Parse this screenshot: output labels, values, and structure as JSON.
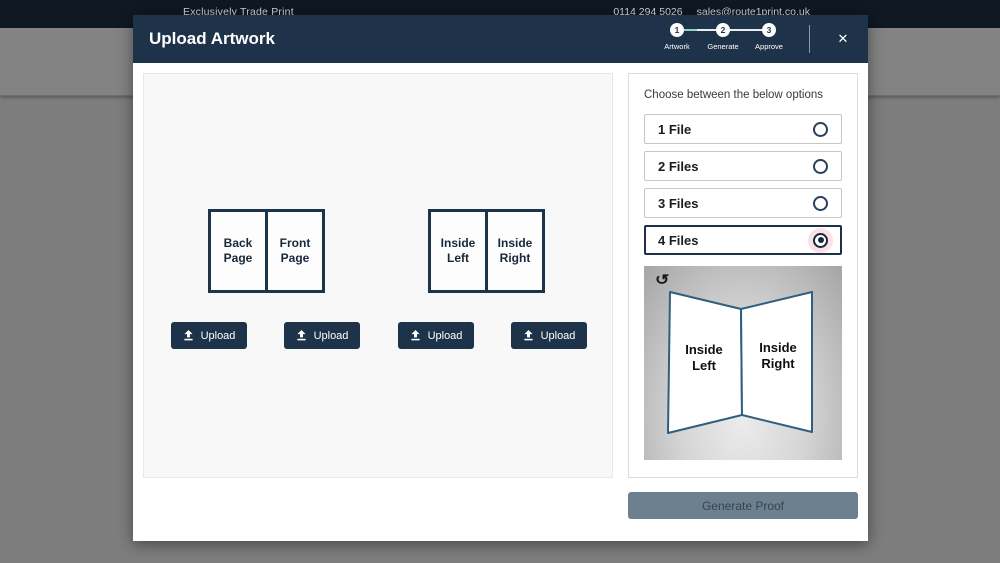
{
  "topbar": {
    "brand": "Exclusively Trade Print",
    "phone": "0114 294 5026",
    "email": "sales@route1print.co.uk"
  },
  "modal": {
    "title": "Upload Artwork",
    "close": "✕",
    "steps": [
      {
        "num": "1",
        "label": "Artwork"
      },
      {
        "num": "2",
        "label": "Generate"
      },
      {
        "num": "3",
        "label": "Approve"
      }
    ],
    "pages": [
      "Back Page",
      "Front Page",
      "Inside Left",
      "Inside Right"
    ],
    "upload_label": "Upload",
    "options_heading": "Choose between the below options",
    "options": [
      {
        "label": "1 File",
        "selected": false
      },
      {
        "label": "2 Files",
        "selected": false
      },
      {
        "label": "3 Files",
        "selected": false
      },
      {
        "label": "4 Files",
        "selected": true
      }
    ],
    "preview": {
      "rotate_icon": "↺",
      "left": {
        "line1": "Inside",
        "line2": "Left"
      },
      "right": {
        "line1": "Inside",
        "line2": "Right"
      }
    },
    "generate_label": "Generate Proof"
  },
  "colors": {
    "navy": "#1d3349",
    "topbar_dark": "#0f1823",
    "progress_teal": "#8fd5c3",
    "generate_slate": "#6d8090",
    "radio_halo_pink": "#ec7092",
    "booklet_stroke": "#2e5e80"
  }
}
